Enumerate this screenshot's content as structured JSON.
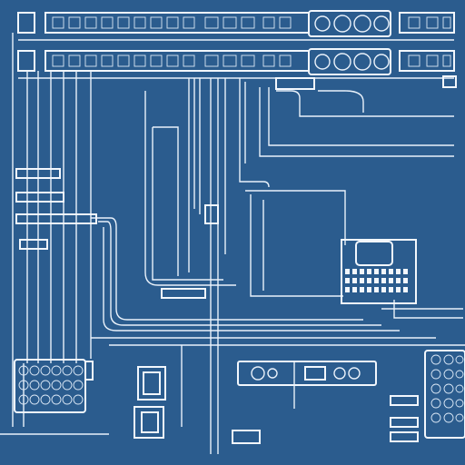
{
  "diagram": {
    "kind": "blueprint-wiring-schematic",
    "colors": {
      "background": "#2b5c8e",
      "line": "#eaf2fb",
      "dark": "#14324f"
    },
    "header_rows": 2,
    "components": [
      "terminal-strip-top",
      "terminal-strip-second",
      "connector-block-left",
      "connector-block-right",
      "ic-module-center-right",
      "relay-box-upper",
      "relay-box-lower",
      "terminal-bar-bottom"
    ]
  }
}
